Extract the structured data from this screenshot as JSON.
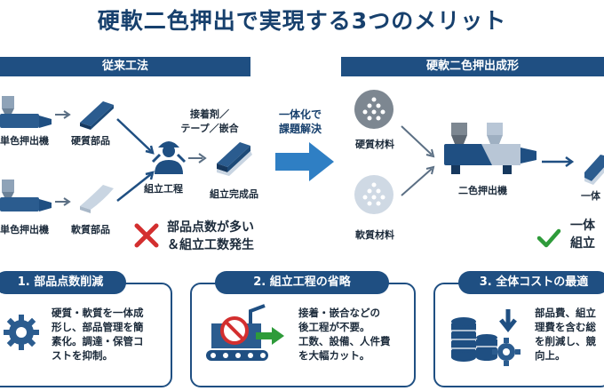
{
  "title": "硬軟二色押出で実現する3つのメリット",
  "left_section": {
    "header": "従来工法",
    "machine_top": "単色押出機",
    "part_top": "硬質部品",
    "machine_bottom": "単色押出機",
    "part_bottom": "軟質部品",
    "adhesive": [
      "接着剤／",
      "テープ／嵌合"
    ],
    "assembly": "組立工程",
    "finished": "組立完成品",
    "problem": [
      "部品点数が多い",
      "＆組立工数発生"
    ]
  },
  "middle_arrow": [
    "一体化で",
    "課題解決"
  ],
  "right_section": {
    "header": "硬軟二色押出成形",
    "hard_material": "硬質材料",
    "soft_material": "軟質材料",
    "machine": "二色押出機",
    "product": "一体",
    "benefit": [
      "一体",
      "組立"
    ]
  },
  "cards": [
    {
      "title": "1. 部品点数削減",
      "icon": "gear-icon",
      "text": [
        "硬質・軟質を一体成",
        "形し、部品管理を簡",
        "素化。調達・保管コ",
        "ストを抑制。"
      ]
    },
    {
      "title": "2. 組立工程の省略",
      "icon": "no-robot-assembly-icon",
      "text": [
        "接着・嵌合などの",
        "後工程が不要。",
        "工数、設備、人件費",
        "を大幅カット。"
      ]
    },
    {
      "title": "3. 全体コストの最適",
      "icon": "cost-reduction-icon",
      "text": [
        "部品費、組立",
        "理費を含む総",
        "を削減し、競",
        "向上。"
      ]
    }
  ],
  "colors": {
    "navy": "#1f4f82",
    "title": "#17406d",
    "accent": "#2f7fc4",
    "check": "#2e9b3a",
    "cross": "#d32f2f"
  }
}
